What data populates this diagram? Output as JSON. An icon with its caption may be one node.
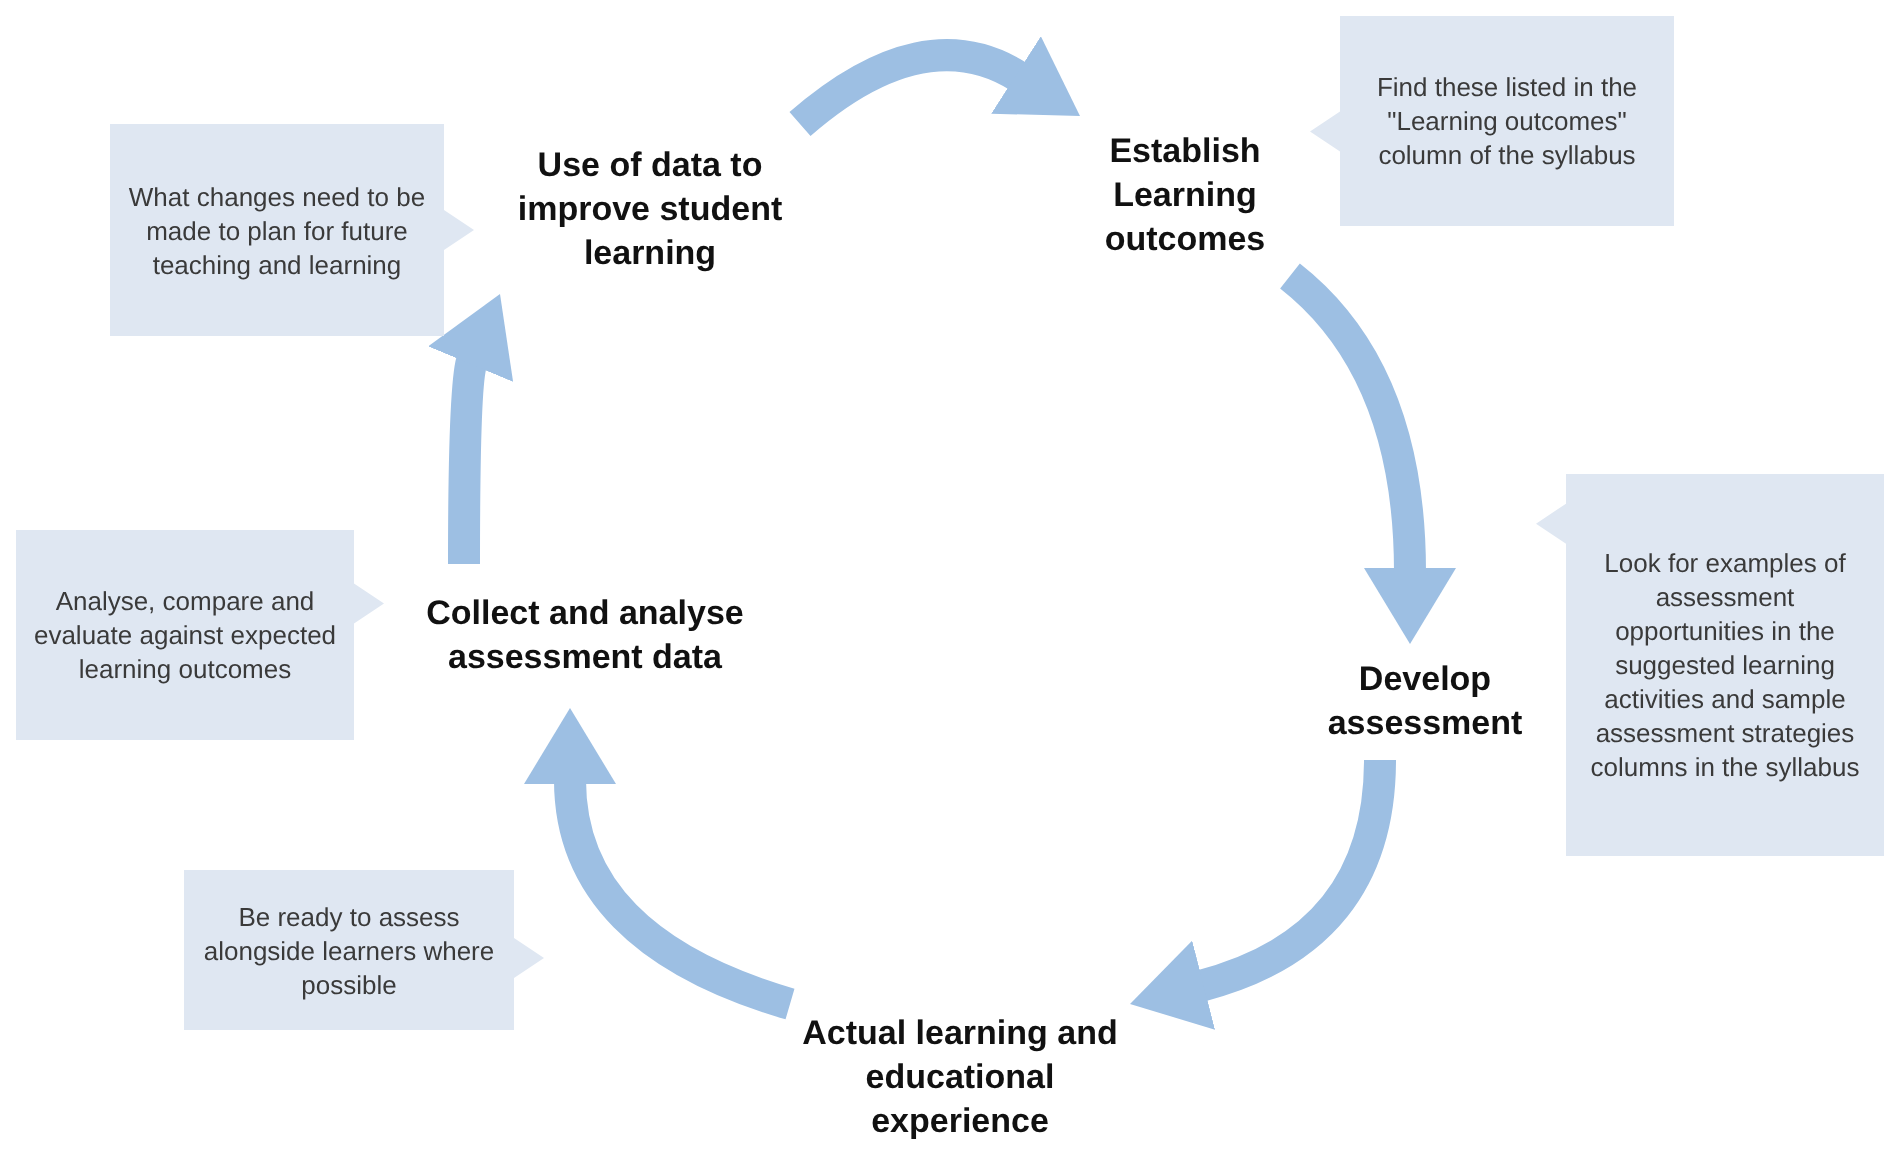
{
  "diagram": {
    "nodes": [
      {
        "text": [
          "What changes need to be made to plan for future teaching and learning"
        ]
      },
      {
        "text": [
          "Use of data to improve student learning"
        ]
      },
      {
        "text": [
          "Establish Learning outcomes"
        ]
      },
      {
        "text": [
          "Find these listed in the \"Learning outcomes\" column of the syllabus"
        ]
      },
      {
        "text": [
          "Collect and analyse assessment data"
        ]
      },
      {
        "text": [
          "Analyse, compare and evaluate against expected learning outcomes"
        ]
      },
      {
        "text": [
          "Develop assessment"
        ]
      },
      {
        "text": [
          "Look for examples of assessment opportunities in the suggested learning activities and sample assessment strategies columns in the syllabus"
        ]
      },
      {
        "text": [
          "Be ready to assess alongside learners where possible"
        ]
      },
      {
        "text": [
          "Actual learning and educational experience"
        ]
      }
    ],
    "edges": [
      {
        "from": 1,
        "to": 2,
        "arrow": "to"
      },
      {
        "from": 2,
        "to": 6,
        "arrow": "to"
      },
      {
        "from": 6,
        "to": 9,
        "arrow": "to"
      },
      {
        "from": 9,
        "to": 4,
        "arrow": "to"
      },
      {
        "from": 4,
        "to": 1,
        "arrow": "to"
      }
    ]
  }
}
